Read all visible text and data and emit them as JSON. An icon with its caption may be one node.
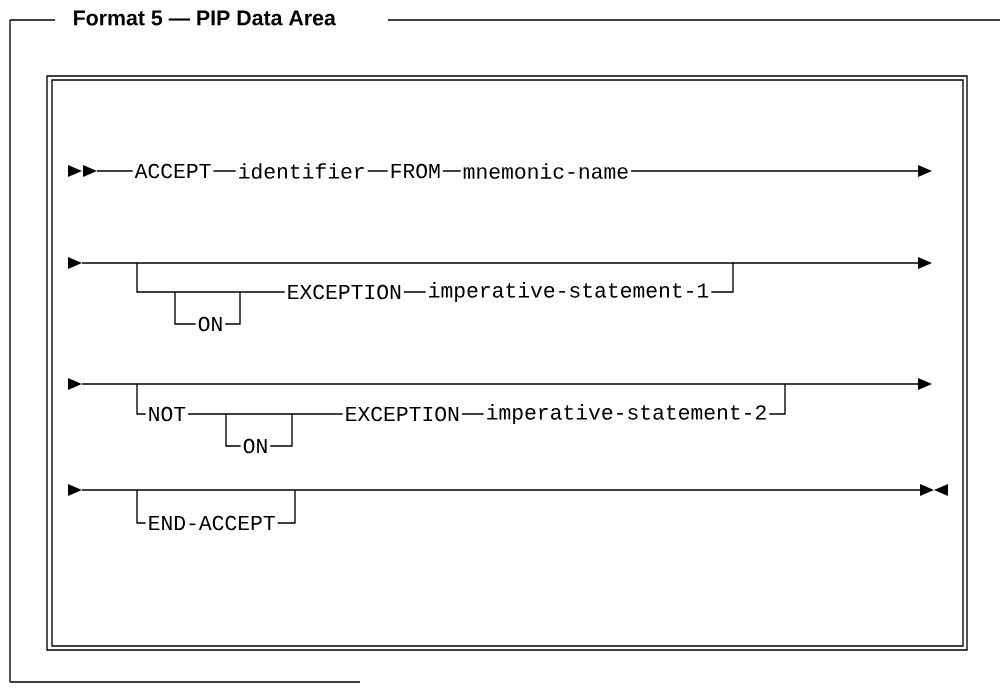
{
  "diagram": {
    "title": "Format 5 — PIP Data Area",
    "labels": [
      "ACCEPT",
      "identifier",
      "FROM",
      "mnemonic-name",
      "ON",
      "EXCEPTION",
      "imperative-statement-1",
      "NOT",
      "ON",
      "EXCEPTION",
      "imperative-statement-2",
      "END-ACCEPT"
    ]
  }
}
